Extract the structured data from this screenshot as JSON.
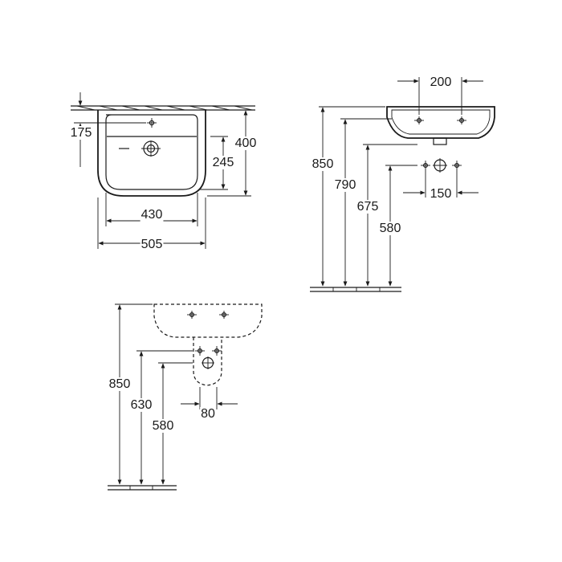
{
  "colors": {
    "line": "#1a1a1a",
    "background": "#ffffff"
  },
  "front_view": {
    "dims": {
      "bowl_inner_width": "430",
      "overall_width": "505",
      "tap_hole_depth": "175",
      "overall_depth": "400",
      "basin_depth": "245"
    }
  },
  "side_view": {
    "dims": {
      "tap_hole_spacing": "200",
      "rim_height": "850",
      "underside_height": "790",
      "waste_height": "675",
      "supply_height": "580",
      "supply_spacing": "150"
    }
  },
  "pedestal_view": {
    "dims": {
      "rim_height": "850",
      "waste_height": "630",
      "supply_height": "580",
      "pedestal_width": "80"
    }
  }
}
